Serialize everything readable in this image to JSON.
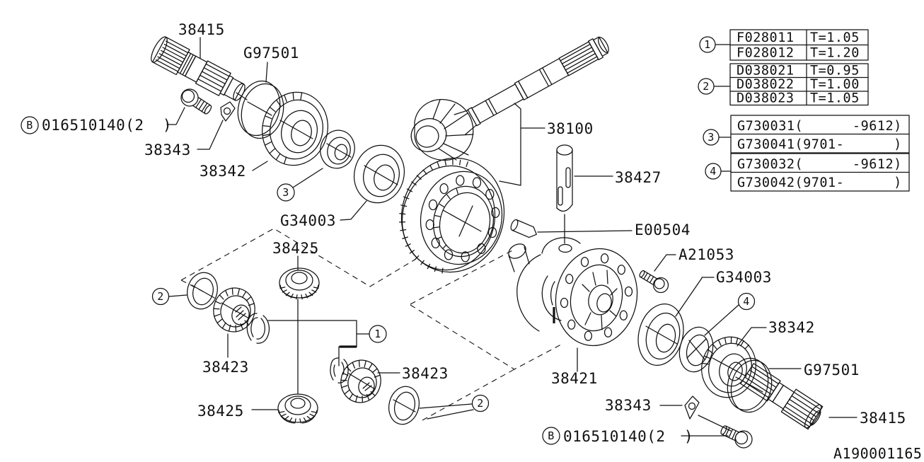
{
  "diagram": {
    "code": "A190001165",
    "ink": "#111111",
    "bg": "#ffffff"
  },
  "refs": {
    "one": "1",
    "two": "2",
    "three": "3",
    "four": "4",
    "letter_b": "B"
  },
  "callouts": {
    "shaft_top": "38415",
    "seal_top": "G97501",
    "bolt_top": "016510140(2  )",
    "lock_plate_top": "38343",
    "bearing_outer_top": "38342",
    "bearing_side_left": "G34003",
    "pinion_gear_upper": "38425",
    "diff_assembly": "38100",
    "pinion_shaft_pin": "38427",
    "straight_pin": "E00504",
    "flange_bolt": "A21053",
    "bearing_side_right": "G34003",
    "bearing_outer_bottom": "38342",
    "seal_bottom": "G97501",
    "shaft_bottom": "38415",
    "diff_case": "38421",
    "lock_plate_bottom": "38343",
    "bolt_bottom": "016510140(2  )",
    "side_gear_left": "38423",
    "side_gear_right": "38423",
    "pinion_gear_lower": "38425"
  },
  "tables": {
    "t1": {
      "rows": [
        {
          "part": "F028011",
          "thickness": "T=1.05"
        },
        {
          "part": "F028012",
          "thickness": "T=1.20"
        }
      ]
    },
    "t2": {
      "rows": [
        {
          "part": "D038021",
          "thickness": "T=0.95"
        },
        {
          "part": "D038022",
          "thickness": "T=1.00"
        },
        {
          "part": "D038023",
          "thickness": "T=1.05"
        }
      ]
    },
    "t3": {
      "rows": [
        {
          "part": "G730031(      -9612)"
        },
        {
          "part": "G730041(9701-      )"
        }
      ]
    },
    "t4": {
      "rows": [
        {
          "part": "G730032(      -9612)"
        },
        {
          "part": "G730042(9701-      )"
        }
      ]
    }
  }
}
